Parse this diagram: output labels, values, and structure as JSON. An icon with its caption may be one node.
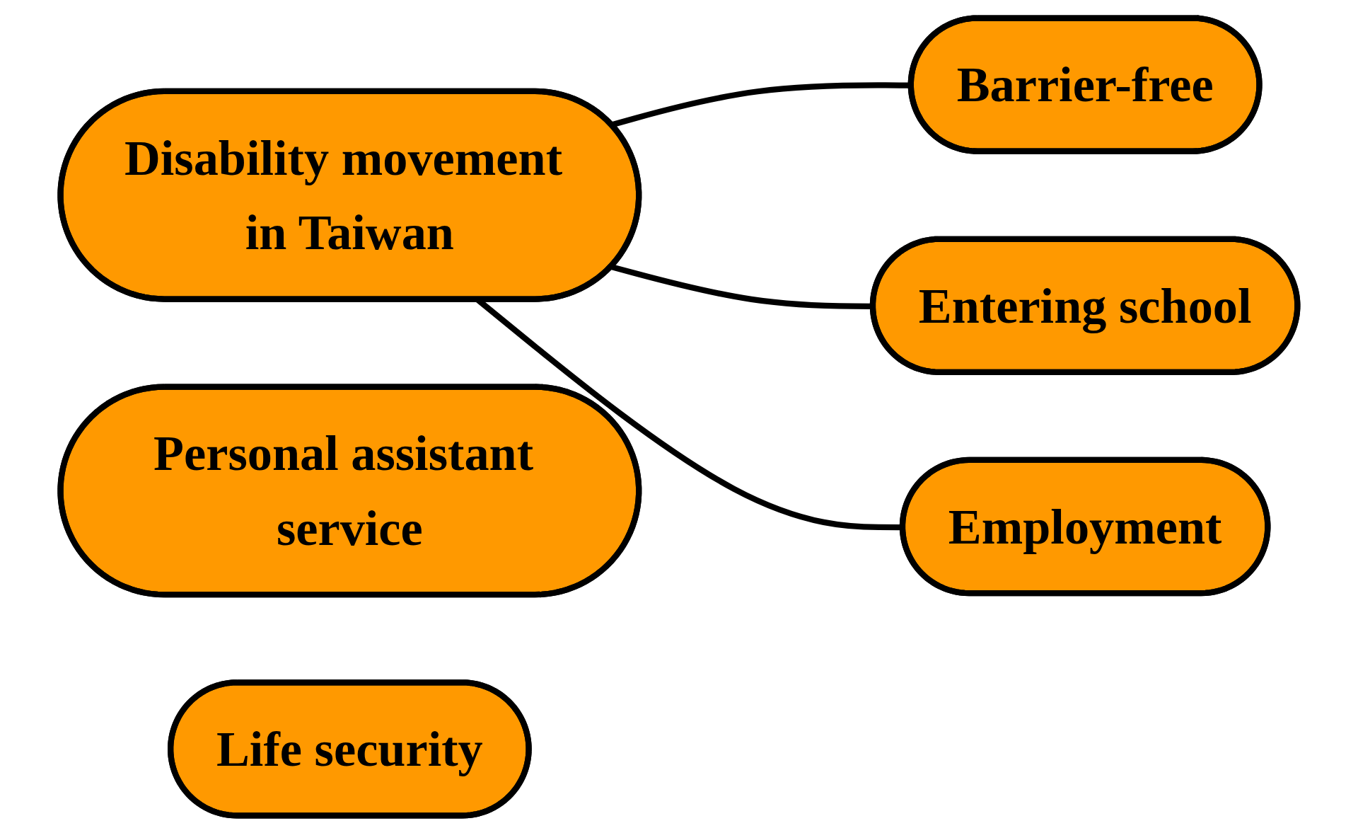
{
  "diagram": {
    "nodes": [
      {
        "text": [
          "Disability movement in Taiwan"
        ]
      },
      {
        "text": [
          "Barrier-free"
        ]
      },
      {
        "text": [
          "Entering school"
        ]
      },
      {
        "text": [
          "Personal assistant service"
        ]
      },
      {
        "text": [
          "Employment"
        ]
      },
      {
        "text": [
          "Life security"
        ]
      }
    ],
    "edges": [
      {
        "from": 0,
        "to": 1,
        "arrow": "none"
      },
      {
        "from": 0,
        "to": 2,
        "arrow": "none"
      },
      {
        "from": 0,
        "to": 4,
        "arrow": "none"
      }
    ]
  }
}
